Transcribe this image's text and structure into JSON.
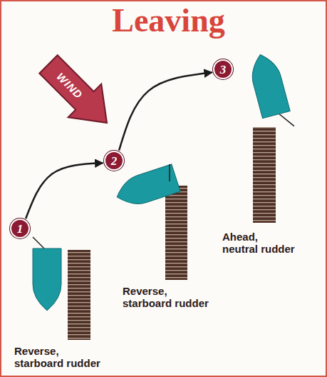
{
  "diagram": {
    "title": "Leaving",
    "nodes": [
      {
        "text": [
          "WIND"
        ]
      },
      {
        "text": [
          "1"
        ]
      },
      {
        "text": [
          "2"
        ]
      },
      {
        "text": [
          "3"
        ]
      }
    ],
    "edges": [
      {
        "from": 1,
        "to": 2,
        "arrow": "to"
      },
      {
        "from": 2,
        "to": 3,
        "arrow": "to"
      }
    ],
    "labels": [
      "Reverse, starboard rudder",
      "Reverse, starboard rudder",
      "Ahead, neutral rudder"
    ]
  }
}
